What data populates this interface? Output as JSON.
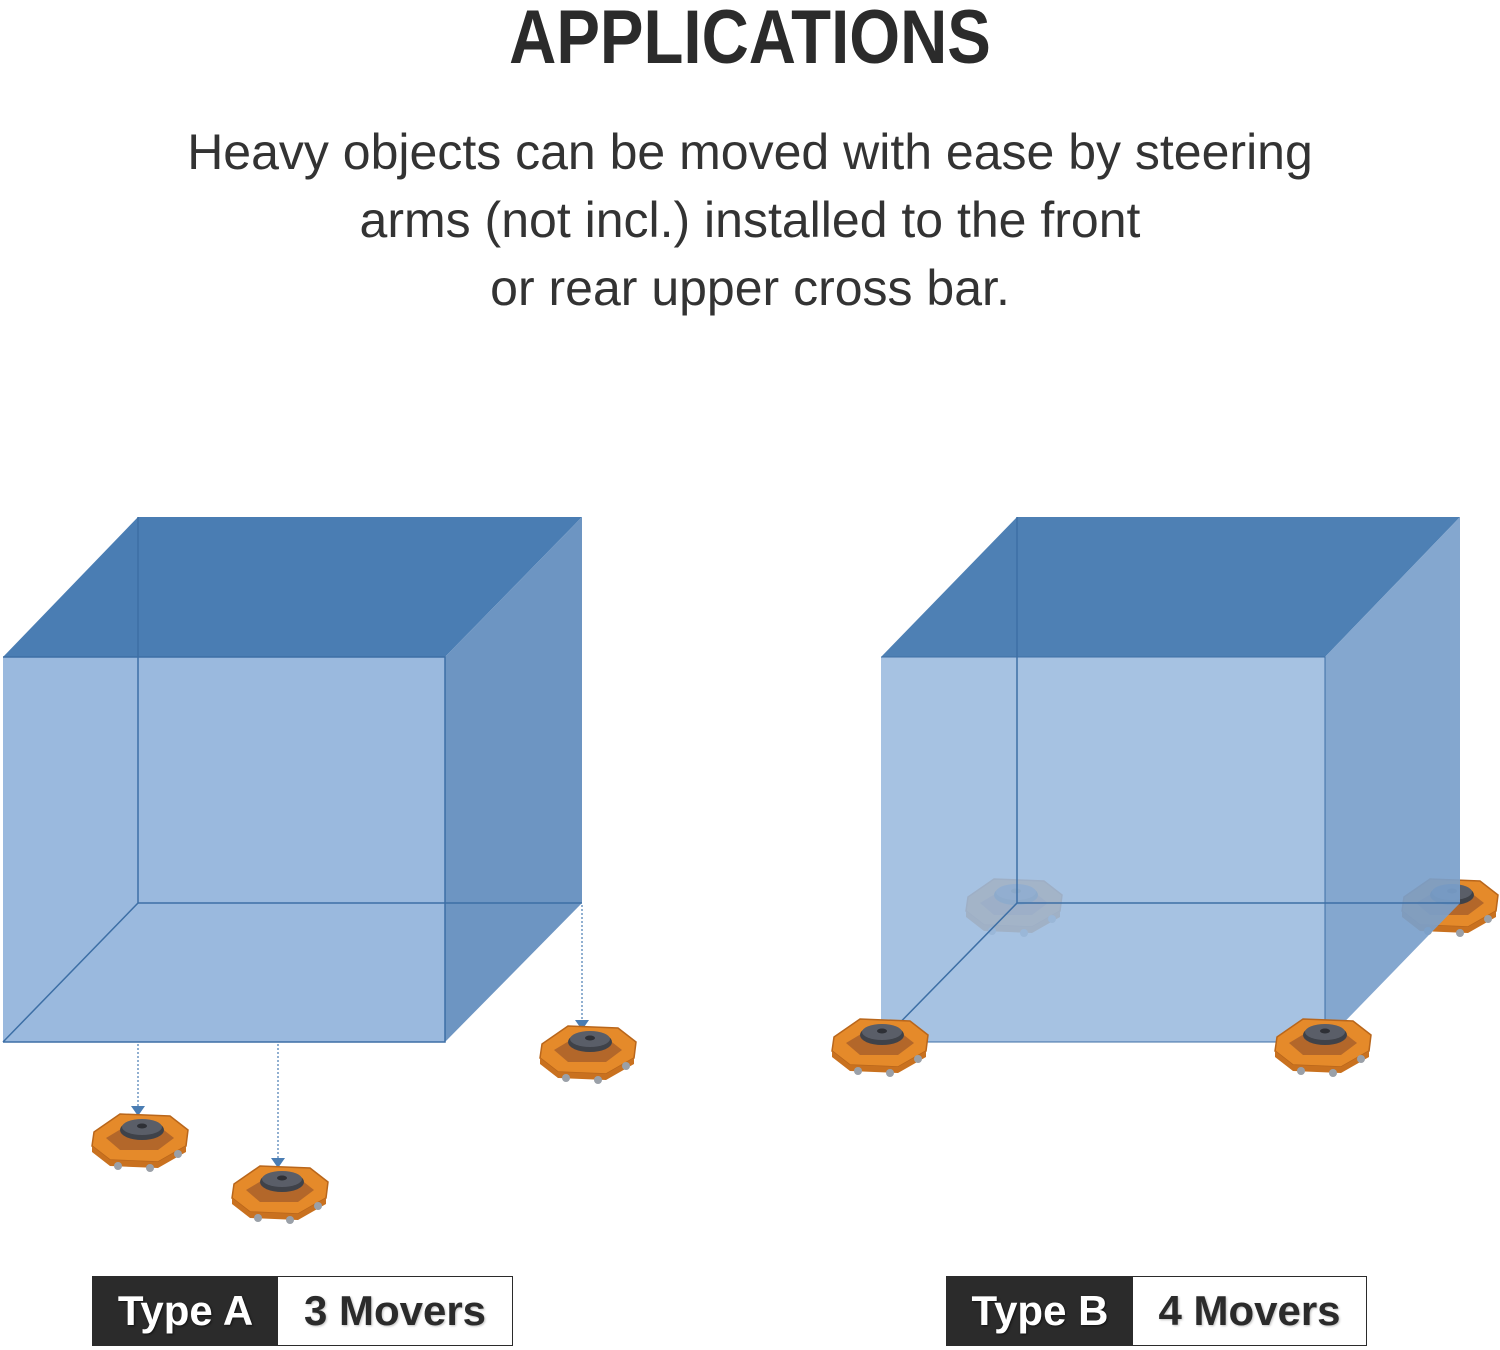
{
  "header": {
    "title": "APPLICATIONS",
    "description_lines": [
      "Heavy objects can be moved with ease by steering",
      "arms (not incl.) installed to the front",
      "or rear upper cross bar."
    ]
  },
  "type_a": {
    "label": "Type A",
    "movers_label": "3 Movers",
    "mover_count": 3
  },
  "type_b": {
    "label": "Type B",
    "movers_label": "4 Movers",
    "mover_count": 4
  },
  "colors": {
    "cube_top": "#4a7db3",
    "cube_front": "#9ab9de",
    "cube_side": "#6d95c2",
    "edge": "#3d6fa5",
    "mover_orange": "#e58a2a",
    "mover_disc": "#4a4d55",
    "badge_dark": "#2b2b2b"
  },
  "icons": {
    "mover": "machinery-mover-skate-icon",
    "arrow": "arrow-down-icon"
  }
}
